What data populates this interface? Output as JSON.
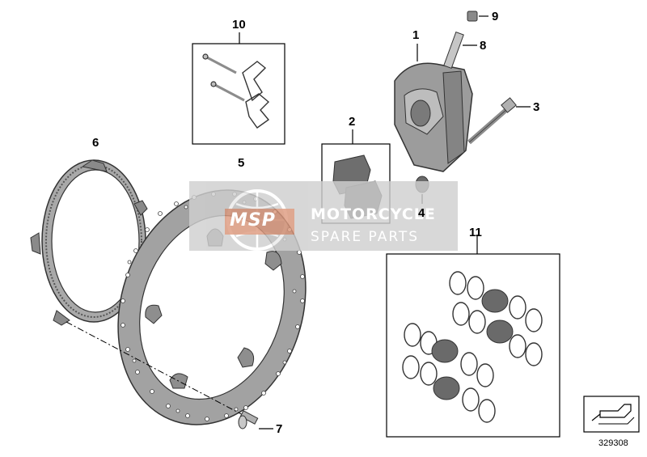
{
  "diagram": {
    "callouts": [
      "1",
      "2",
      "3",
      "4",
      "5",
      "6",
      "7",
      "8",
      "9",
      "10",
      "11"
    ],
    "figure_number": "329308",
    "watermark": {
      "logo": "MSP",
      "line1": "MOTORCYCLE",
      "line2": "SPARE PARTS"
    },
    "colors": {
      "part_fill": "#9a9a9a",
      "part_light": "#c4c4c4",
      "part_dark": "#555555",
      "line": "#000000",
      "watermark_bg": "#d3d3d3",
      "watermark_logo": "#d98b6b"
    }
  }
}
